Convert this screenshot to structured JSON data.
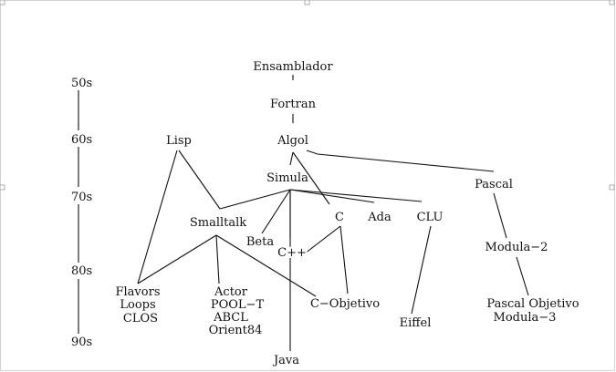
{
  "decade_axis": {
    "labels": [
      "50s",
      "60s",
      "70s",
      "80s",
      "90s"
    ]
  },
  "languages": [
    {
      "id": "ensamblador",
      "label": "Ensamblador"
    },
    {
      "id": "fortran",
      "label": "Fortran"
    },
    {
      "id": "lisp",
      "label": "Lisp"
    },
    {
      "id": "algol",
      "label": "Algol"
    },
    {
      "id": "simula",
      "label": "Simula"
    },
    {
      "id": "pascal",
      "label": "Pascal"
    },
    {
      "id": "smalltalk",
      "label": "Smalltalk"
    },
    {
      "id": "c",
      "label": "C"
    },
    {
      "id": "ada",
      "label": "Ada"
    },
    {
      "id": "clu",
      "label": "CLU"
    },
    {
      "id": "beta",
      "label": "Beta"
    },
    {
      "id": "cpp",
      "label": "C++"
    },
    {
      "id": "modula2",
      "label": "Modula−2"
    },
    {
      "id": "flavors",
      "label": "Flavors"
    },
    {
      "id": "loops",
      "label": "Loops"
    },
    {
      "id": "clos",
      "label": "CLOS"
    },
    {
      "id": "actor",
      "label": "Actor"
    },
    {
      "id": "pool_t",
      "label": "POOL−T"
    },
    {
      "id": "abcl",
      "label": "ABCL"
    },
    {
      "id": "orient84",
      "label": "Orient84"
    },
    {
      "id": "c_objetivo",
      "label": "C−Objetivo"
    },
    {
      "id": "pascal_objetivo",
      "label": "Pascal Objetivo"
    },
    {
      "id": "modula3",
      "label": "Modula−3"
    },
    {
      "id": "eiffel",
      "label": "Eiffel"
    },
    {
      "id": "java",
      "label": "Java"
    }
  ],
  "edges": [
    [
      "ensamblador",
      "fortran"
    ],
    [
      "fortran",
      "algol"
    ],
    [
      "algol",
      "simula"
    ],
    [
      "algol",
      "pascal"
    ],
    [
      "algol",
      "c"
    ],
    [
      "lisp",
      "smalltalk"
    ],
    [
      "lisp",
      "flavors"
    ],
    [
      "simula",
      "smalltalk"
    ],
    [
      "simula",
      "beta"
    ],
    [
      "simula",
      "cpp"
    ],
    [
      "simula",
      "ada"
    ],
    [
      "simula",
      "clu"
    ],
    [
      "simula",
      "java"
    ],
    [
      "smalltalk",
      "flavors"
    ],
    [
      "smalltalk",
      "actor"
    ],
    [
      "smalltalk",
      "c_objetivo"
    ],
    [
      "c",
      "cpp"
    ],
    [
      "c",
      "c_objetivo"
    ],
    [
      "clu",
      "eiffel"
    ],
    [
      "pascal",
      "modula2"
    ],
    [
      "modula2",
      "pascal_objetivo"
    ]
  ]
}
